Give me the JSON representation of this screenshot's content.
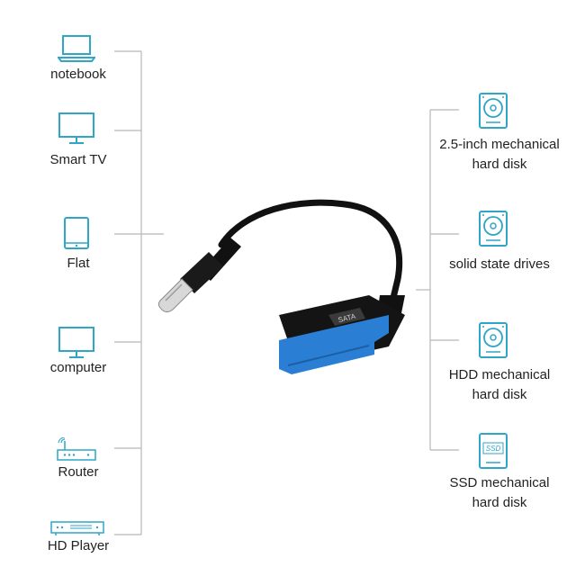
{
  "colors": {
    "icon": "#2fa6c8",
    "connector_line": "#b8b8b8",
    "cable": "#111111",
    "sata_port": "#2a7fd4",
    "text": "#222222"
  },
  "left_devices": [
    {
      "label": "notebook",
      "icon": "laptop-icon"
    },
    {
      "label": "Smart TV",
      "icon": "monitor-icon"
    },
    {
      "label": "Flat",
      "icon": "tablet-icon"
    },
    {
      "label": "computer",
      "icon": "monitor-icon"
    },
    {
      "label": "Router",
      "icon": "router-icon"
    },
    {
      "label": "HD Player",
      "icon": "player-icon"
    }
  ],
  "right_devices": [
    {
      "line1": "2.5-inch mechanical",
      "line2": "hard disk",
      "icon": "hdd-icon"
    },
    {
      "line1": "solid state drives",
      "line2": "",
      "icon": "hdd-icon"
    },
    {
      "line1": "HDD mechanical",
      "line2": "hard disk",
      "icon": "hdd-icon"
    },
    {
      "line1": "SSD mechanical",
      "line2": "hard disk",
      "icon": "ssd-icon"
    }
  ],
  "adapter": {
    "badge_text": "SATA"
  }
}
